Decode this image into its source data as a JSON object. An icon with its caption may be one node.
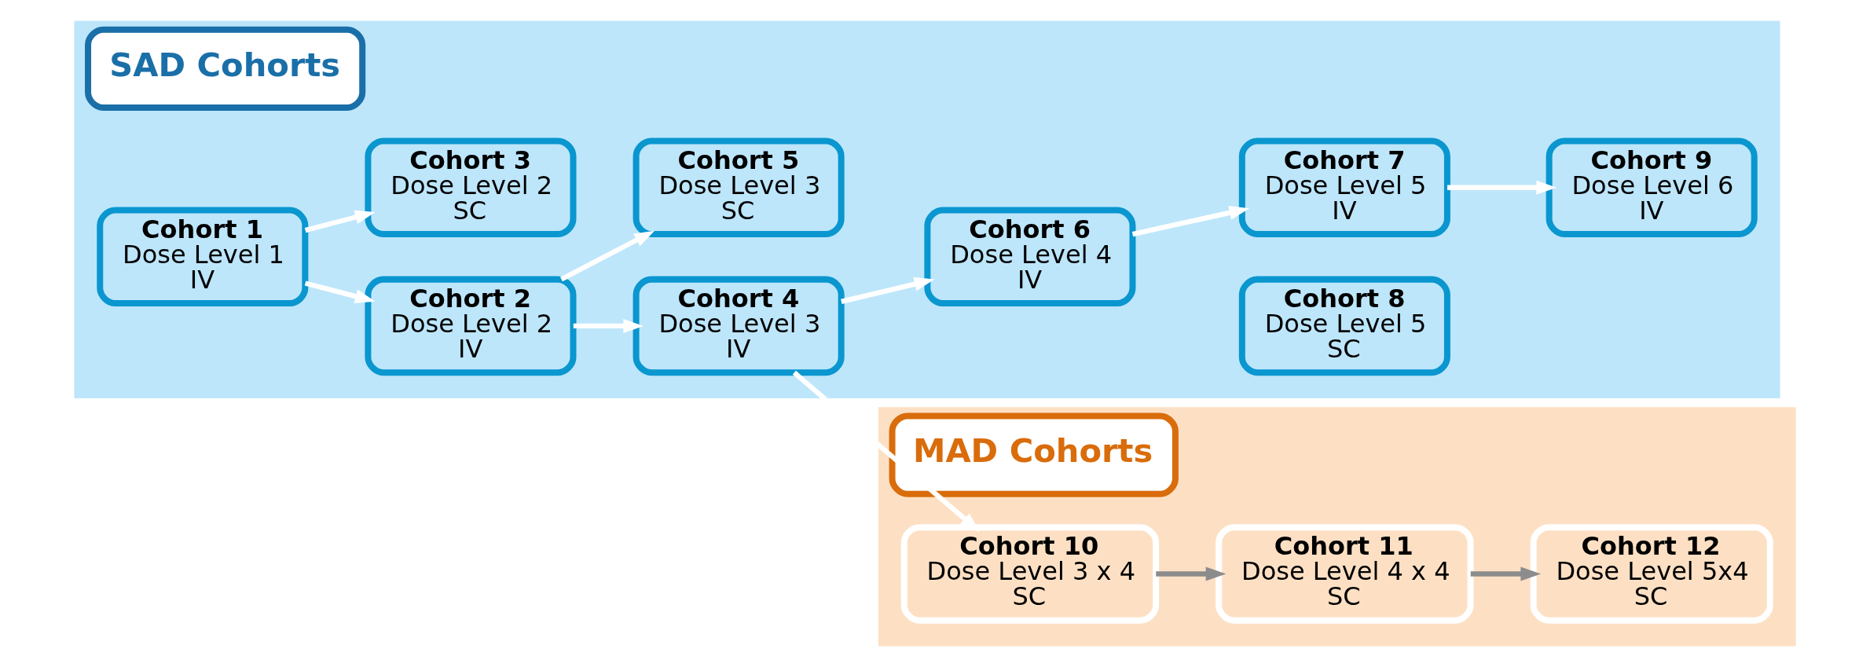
{
  "diagram": {
    "nodes": [
      {
        "text": [
          "SAD Cohorts"
        ]
      },
      {
        "text": [
          "Cohort 1",
          "Dose Level 1",
          "IV"
        ],
        "in": 0
      },
      {
        "text": [
          "Cohort 2",
          "Dose Level 2",
          "IV"
        ],
        "in": 0
      },
      {
        "text": [
          "Cohort 4",
          "Dose Level 3",
          "IV"
        ],
        "in": 0
      },
      {
        "text": [
          "Cohort 6",
          "Dose Level 4",
          "IV"
        ],
        "in": 0
      },
      {
        "text": [
          "Cohort 7",
          "Dose Level 5",
          "IV"
        ],
        "in": 0
      },
      {
        "text": [
          "Cohort 9",
          "Dose Level 6",
          "IV"
        ],
        "in": 0
      },
      {
        "text": [
          "Cohort 3",
          "Dose Level 2",
          "SC"
        ],
        "in": 0
      },
      {
        "text": [
          "Cohort 5",
          "Dose Level 3",
          "SC"
        ],
        "in": 0
      },
      {
        "text": [
          "Cohort 8",
          "Dose Level 5",
          "SC"
        ],
        "in": 0
      },
      {
        "text": [
          "MAD Cohorts"
        ]
      },
      {
        "text": [
          "Cohort 10",
          "Dose Level 3 x 4",
          "SC"
        ],
        "in": 10
      },
      {
        "text": [
          "Cohort 11",
          "Dose Level 4 x 4",
          "SC"
        ],
        "in": 10
      },
      {
        "text": [
          "Cohort 12",
          "Dose Level 5x4",
          "SC"
        ],
        "in": 10
      }
    ],
    "edges": [
      {
        "from": 1,
        "to": 2,
        "arrow": "to"
      },
      {
        "from": 1,
        "to": 7,
        "arrow": "to"
      },
      {
        "from": 2,
        "to": 3,
        "arrow": "to"
      },
      {
        "from": 2,
        "to": 8,
        "arrow": "to"
      },
      {
        "from": 3,
        "to": 4,
        "arrow": "to"
      },
      {
        "from": 3,
        "to": 11,
        "arrow": "to"
      },
      {
        "from": 4,
        "to": 5,
        "arrow": "to"
      },
      {
        "from": 5,
        "to": 6,
        "arrow": "to"
      },
      {
        "from": 11,
        "to": 12,
        "arrow": "to",
        "color": "#8c8c8c"
      },
      {
        "from": 12,
        "to": 13,
        "arrow": "to",
        "color": "#8c8c8c"
      }
    ]
  }
}
